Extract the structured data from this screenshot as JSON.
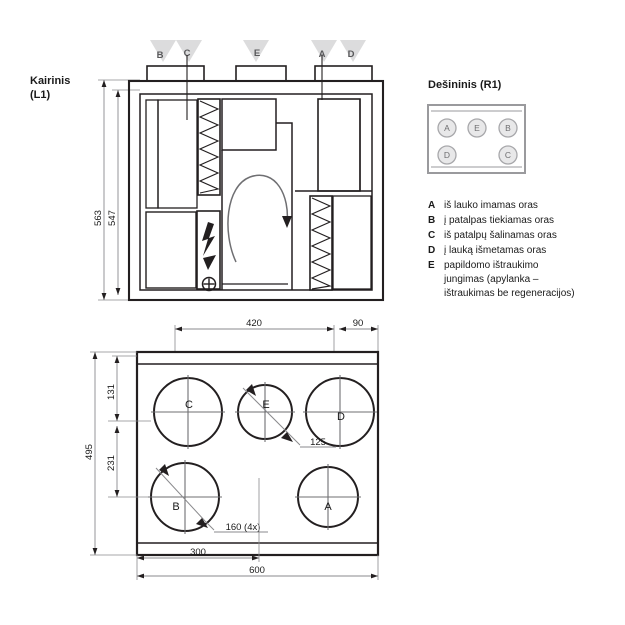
{
  "sheet": {
    "left_view": {
      "title_line1": "Kairinis",
      "title_line2": "(L1)",
      "port_markers": [
        {
          "id": "B",
          "label": "B"
        },
        {
          "id": "C",
          "label": "C"
        },
        {
          "id": "E",
          "label": "E"
        },
        {
          "id": "A",
          "label": "A"
        },
        {
          "id": "D",
          "label": "D"
        }
      ],
      "dimensions": {
        "height_outer": "563",
        "height_inner": "547"
      },
      "components": {
        "filter_top": "filter-element",
        "filter_bottom": "filter-element",
        "heater": "electric-heater",
        "fan": "fan-rotation-arrow"
      }
    },
    "plan_view": {
      "dimensions": {
        "top_a": "420",
        "top_b": "90",
        "left_outer": "495",
        "left_a": "131",
        "left_b": "231",
        "bottom_a": "300",
        "bottom_b": "600"
      },
      "callouts": {
        "small_port": "125",
        "large_port": "160 (4x)"
      },
      "ports": [
        {
          "label": "C",
          "size": "160",
          "row": "top"
        },
        {
          "label": "E",
          "size": "125",
          "row": "top"
        },
        {
          "label": "D",
          "size": "160",
          "row": "top"
        },
        {
          "label": "B",
          "size": "160",
          "row": "bottom"
        },
        {
          "label": "A",
          "size": "160",
          "row": "bottom"
        }
      ]
    },
    "right_panel": {
      "title": "Dešininis (R1)",
      "mini_diagram": {
        "top_row": [
          "A",
          "E",
          "B"
        ],
        "bottom_row": [
          "D",
          "C"
        ]
      },
      "legend": [
        {
          "key": "A",
          "lines": [
            "iš lauko imamas oras"
          ]
        },
        {
          "key": "B",
          "lines": [
            "į patalpas tiekiamas oras"
          ]
        },
        {
          "key": "C",
          "lines": [
            "iš patalpų šalinamas oras"
          ]
        },
        {
          "key": "D",
          "lines": [
            "į lauką išmetamas oras"
          ]
        },
        {
          "key": "E",
          "lines": [
            "papildomo ištraukimo",
            "jungimas (apylanka –",
            "ištraukimas be regeneracijos)"
          ]
        }
      ]
    },
    "colors": {
      "line": "#231f20",
      "thin": "#8a8a8d",
      "triangle": "#d9d9da",
      "mini_fill": "#e8e8e9"
    }
  }
}
